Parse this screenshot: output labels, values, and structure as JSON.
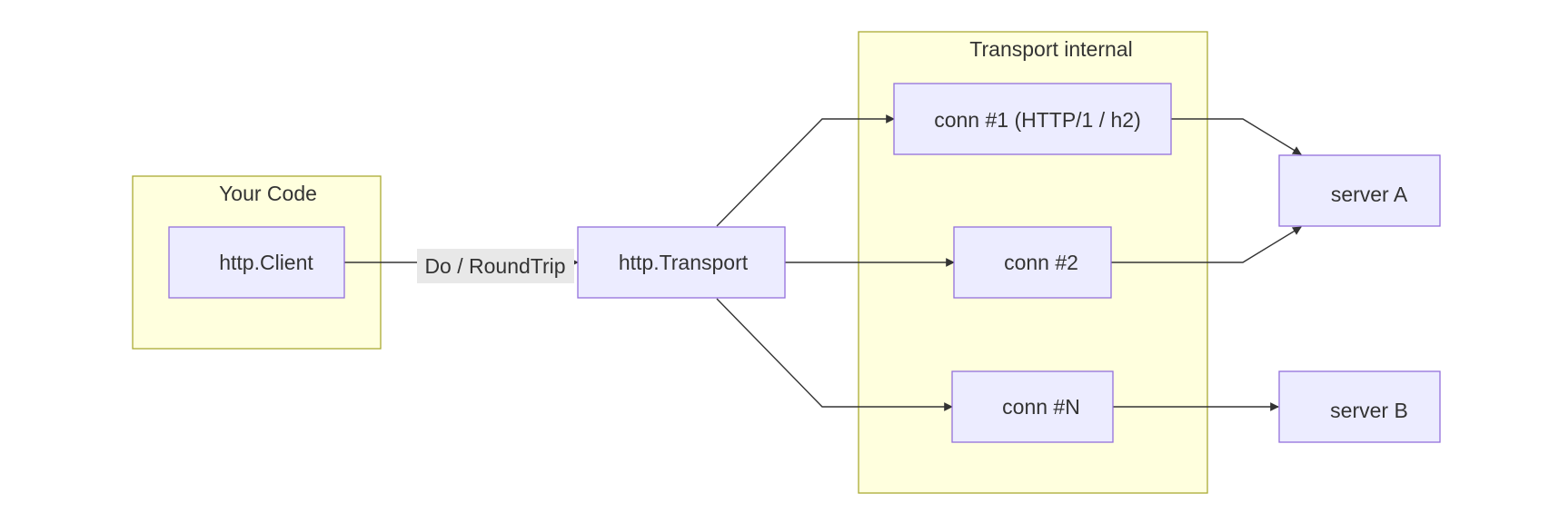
{
  "diagram": {
    "type": "flowchart",
    "direction": "LR",
    "colors": {
      "cluster_fill": "#ffffde",
      "cluster_stroke": "#aaaa33",
      "node_fill": "#ececff",
      "node_stroke": "#9370db",
      "edge": "#333333",
      "edge_label_bg": "#e8e8e8",
      "text": "#333333"
    },
    "clusters": {
      "your_code": {
        "label": "Your Code"
      },
      "transport_internal": {
        "label": "Transport internal"
      }
    },
    "nodes": {
      "http_client": {
        "label": "http.Client"
      },
      "http_transport": {
        "label": "http.Transport"
      },
      "conn_1": {
        "label": "conn #1 (HTTP/1 / h2)"
      },
      "conn_2": {
        "label": "conn #2"
      },
      "conn_n": {
        "label": "conn #N"
      },
      "server_a": {
        "label": "server A"
      },
      "server_b": {
        "label": "server B"
      }
    },
    "edges": [
      {
        "from": "http.Client",
        "to": "http.Transport",
        "label": "Do / RoundTrip"
      },
      {
        "from": "http.Transport",
        "to": "conn #1 (HTTP/1 / h2)",
        "label": ""
      },
      {
        "from": "http.Transport",
        "to": "conn #2",
        "label": ""
      },
      {
        "from": "http.Transport",
        "to": "conn #N",
        "label": ""
      },
      {
        "from": "conn #1 (HTTP/1 / h2)",
        "to": "server A",
        "label": ""
      },
      {
        "from": "conn #2",
        "to": "server A",
        "label": ""
      },
      {
        "from": "conn #N",
        "to": "server B",
        "label": ""
      }
    ]
  }
}
